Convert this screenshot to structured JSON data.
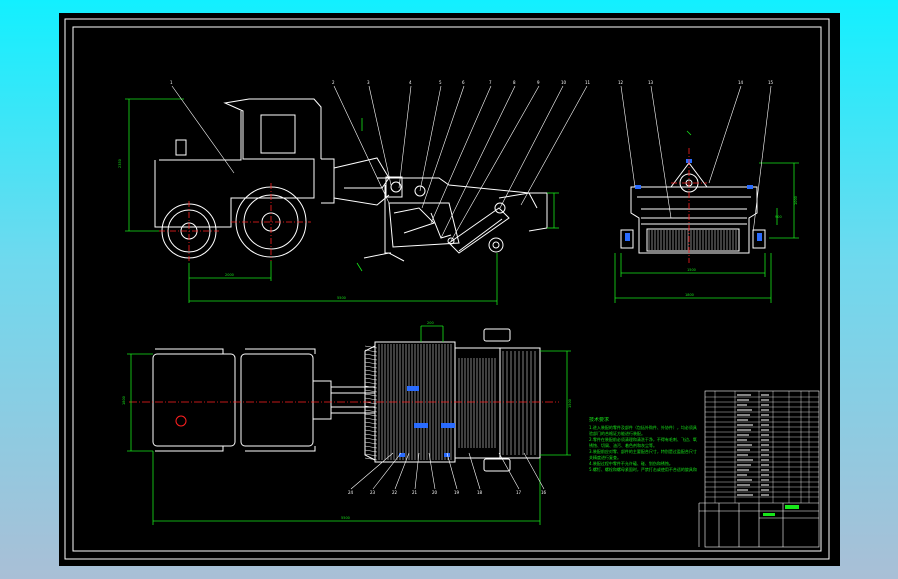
{
  "part_numbers": {
    "top_left": [
      "1",
      "2",
      "3",
      "4",
      "5",
      "6",
      "7",
      "8",
      "9",
      "10",
      "11"
    ],
    "top_right": [
      "12",
      "13",
      "14",
      "15"
    ],
    "bottom": [
      "24",
      "23",
      "22",
      "21",
      "20",
      "19",
      "18",
      "17",
      "16"
    ]
  },
  "notes": {
    "title": "技术要求",
    "lines": [
      "1.进入装配的零件及部件（包括外购件、外协件），均必须具有检",
      "验部门的合格证方能进行装配。",
      "2.零件在装配前必须清理和清洗干净，不得有毛刺、飞边、氧化皮、",
      "锈蚀、切屑、油污、着色剂和灰尘等。",
      "3.装配前应对零、部件的主要配合尺寸，特别是过盈配合尺寸及相",
      "关精度进行复查。",
      "4.装配过程中零件不允许磕、碰、划伤和锈蚀。",
      "5.螺钉、螺栓和螺母紧固时，严禁打击或使用不合适的旋具和扳手。"
    ]
  },
  "colors": {
    "outline": "#ffffff",
    "dimension": "#17e61a",
    "center": "#ff2020",
    "leader": "#ffffff"
  }
}
